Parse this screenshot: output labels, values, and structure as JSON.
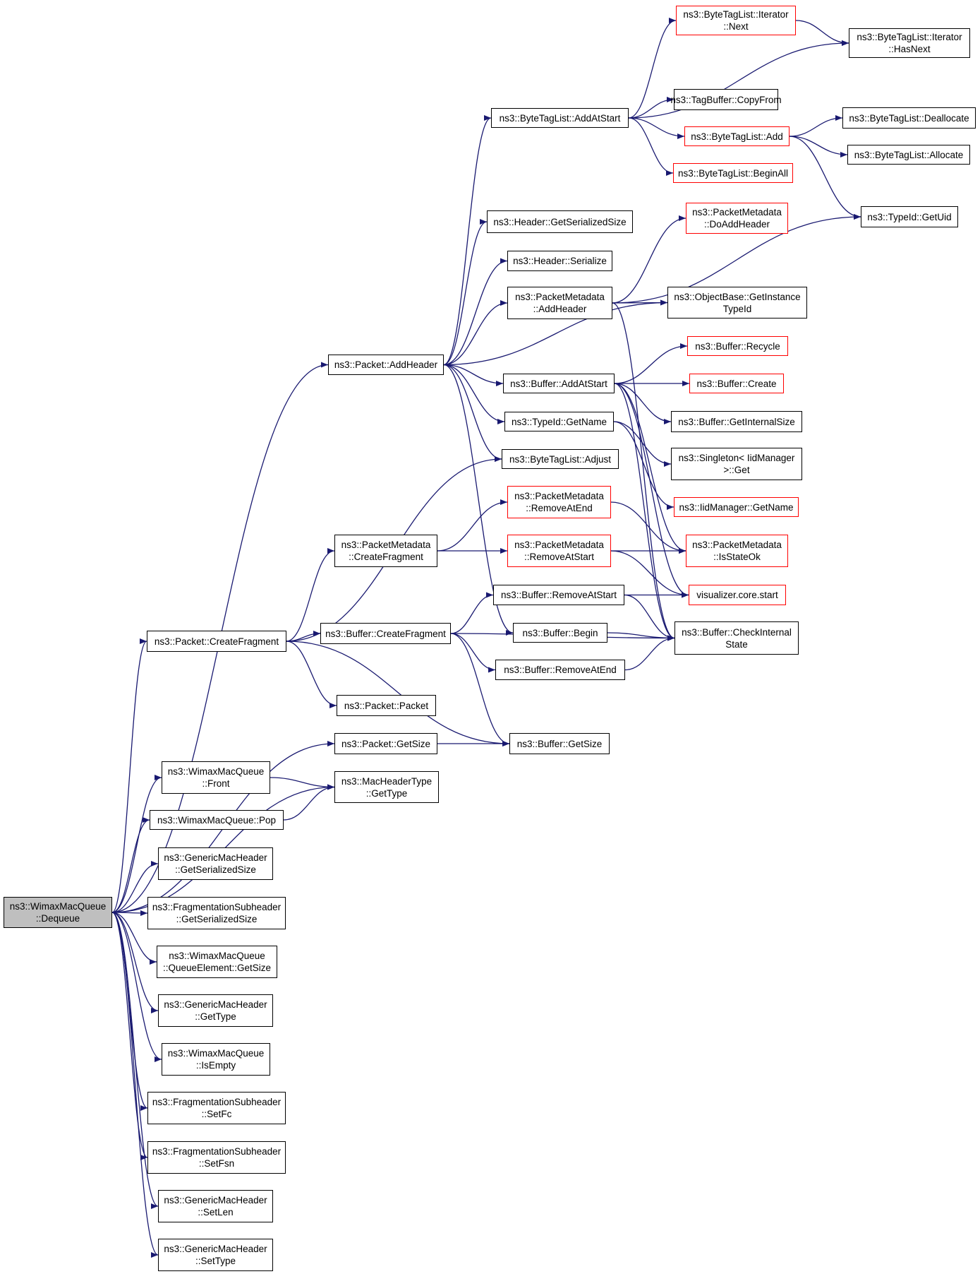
{
  "colors": {
    "edge": "#191970",
    "truncated_border": "#ff0000",
    "node_border": "#000000",
    "root_fill": "#bfbfbf"
  },
  "nodes": {
    "dequeue": {
      "lines": [
        "ns3::WimaxMacQueue",
        "::Dequeue"
      ],
      "style": "root"
    },
    "bti_next": {
      "lines": [
        "ns3::ByteTagList::Iterator",
        "::Next"
      ],
      "style": "truncated"
    },
    "bti_hasnext": {
      "lines": [
        "ns3::ByteTagList::Iterator",
        "::HasNext"
      ],
      "style": "normal"
    },
    "btl_addatstart": {
      "lines": [
        "ns3::ByteTagList::AddAtStart"
      ],
      "style": "normal"
    },
    "tagbuffer_copyfrom": {
      "lines": [
        "ns3::TagBuffer::CopyFrom"
      ],
      "style": "normal"
    },
    "btl_add": {
      "lines": [
        "ns3::ByteTagList::Add"
      ],
      "style": "truncated"
    },
    "btl_deallocate": {
      "lines": [
        "ns3::ByteTagList::Deallocate"
      ],
      "style": "normal"
    },
    "btl_allocate": {
      "lines": [
        "ns3::ByteTagList::Allocate"
      ],
      "style": "normal"
    },
    "btl_beginall": {
      "lines": [
        "ns3::ByteTagList::BeginAll"
      ],
      "style": "truncated"
    },
    "typeid_getuid": {
      "lines": [
        "ns3::TypeId::GetUid"
      ],
      "style": "normal"
    },
    "header_getsersize": {
      "lines": [
        "ns3::Header::GetSerializedSize"
      ],
      "style": "normal"
    },
    "pm_doaddheader": {
      "lines": [
        "ns3::PacketMetadata",
        "::DoAddHeader"
      ],
      "style": "truncated"
    },
    "header_serialize": {
      "lines": [
        "ns3::Header::Serialize"
      ],
      "style": "normal"
    },
    "pm_addheader": {
      "lines": [
        "ns3::PacketMetadata",
        "::AddHeader"
      ],
      "style": "normal"
    },
    "objbase_getinst": {
      "lines": [
        "ns3::ObjectBase::GetInstance",
        "TypeId"
      ],
      "style": "normal"
    },
    "buffer_recycle": {
      "lines": [
        "ns3::Buffer::Recycle"
      ],
      "style": "truncated"
    },
    "packet_addheader": {
      "lines": [
        "ns3::Packet::AddHeader"
      ],
      "style": "normal"
    },
    "buffer_addatstart": {
      "lines": [
        "ns3::Buffer::AddAtStart"
      ],
      "style": "normal"
    },
    "buffer_create": {
      "lines": [
        "ns3::Buffer::Create"
      ],
      "style": "truncated"
    },
    "buffer_getintsize": {
      "lines": [
        "ns3::Buffer::GetInternalSize"
      ],
      "style": "normal"
    },
    "typeid_getname": {
      "lines": [
        "ns3::TypeId::GetName"
      ],
      "style": "normal"
    },
    "singleton_get": {
      "lines": [
        "ns3::Singleton< IidManager",
        ">::Get"
      ],
      "style": "normal"
    },
    "btl_adjust": {
      "lines": [
        "ns3::ByteTagList::Adjust"
      ],
      "style": "normal"
    },
    "iid_getname": {
      "lines": [
        "ns3::IidManager::GetName"
      ],
      "style": "truncated"
    },
    "pm_removeatend": {
      "lines": [
        "ns3::PacketMetadata",
        "::RemoveAtEnd"
      ],
      "style": "truncated"
    },
    "pm_createfragment": {
      "lines": [
        "ns3::PacketMetadata",
        "::CreateFragment"
      ],
      "style": "normal"
    },
    "pm_removeatstart": {
      "lines": [
        "ns3::PacketMetadata",
        "::RemoveAtStart"
      ],
      "style": "truncated"
    },
    "pm_isstateok": {
      "lines": [
        "ns3::PacketMetadata",
        "::IsStateOk"
      ],
      "style": "truncated"
    },
    "buffer_removeatstart": {
      "lines": [
        "ns3::Buffer::RemoveAtStart"
      ],
      "style": "normal"
    },
    "visualizer_start": {
      "lines": [
        "visualizer.core.start"
      ],
      "style": "truncated"
    },
    "buffer_begin": {
      "lines": [
        "ns3::Buffer::Begin"
      ],
      "style": "normal"
    },
    "buffer_checkint": {
      "lines": [
        "ns3::Buffer::CheckInternal",
        "State"
      ],
      "style": "normal"
    },
    "packet_createfrag": {
      "lines": [
        "ns3::Packet::CreateFragment"
      ],
      "style": "normal"
    },
    "buffer_createfrag": {
      "lines": [
        "ns3::Buffer::CreateFragment"
      ],
      "style": "normal"
    },
    "buffer_removeatend": {
      "lines": [
        "ns3::Buffer::RemoveAtEnd"
      ],
      "style": "normal"
    },
    "packet_packet": {
      "lines": [
        "ns3::Packet::Packet"
      ],
      "style": "normal"
    },
    "packet_getsize": {
      "lines": [
        "ns3::Packet::GetSize"
      ],
      "style": "normal"
    },
    "buffer_getsize": {
      "lines": [
        "ns3::Buffer::GetSize"
      ],
      "style": "normal"
    },
    "wmq_front": {
      "lines": [
        "ns3::WimaxMacQueue",
        "::Front"
      ],
      "style": "normal"
    },
    "mht_gettype": {
      "lines": [
        "ns3::MacHeaderType",
        "::GetType"
      ],
      "style": "normal"
    },
    "wmq_pop": {
      "lines": [
        "ns3::WimaxMacQueue::Pop"
      ],
      "style": "normal"
    },
    "gmh_getsersize": {
      "lines": [
        "ns3::GenericMacHeader",
        "::GetSerializedSize"
      ],
      "style": "normal"
    },
    "fsh_getsersize": {
      "lines": [
        "ns3::FragmentationSubheader",
        "::GetSerializedSize"
      ],
      "style": "normal"
    },
    "wmq_qe_getsize": {
      "lines": [
        "ns3::WimaxMacQueue",
        "::QueueElement::GetSize"
      ],
      "style": "normal"
    },
    "gmh_gettype": {
      "lines": [
        "ns3::GenericMacHeader",
        "::GetType"
      ],
      "style": "normal"
    },
    "wmq_isempty": {
      "lines": [
        "ns3::WimaxMacQueue",
        "::IsEmpty"
      ],
      "style": "normal"
    },
    "fsh_setfc": {
      "lines": [
        "ns3::FragmentationSubheader",
        "::SetFc"
      ],
      "style": "normal"
    },
    "fsh_setfsn": {
      "lines": [
        "ns3::FragmentationSubheader",
        "::SetFsn"
      ],
      "style": "normal"
    },
    "gmh_setlen": {
      "lines": [
        "ns3::GenericMacHeader",
        "::SetLen"
      ],
      "style": "normal"
    },
    "gmh_settype": {
      "lines": [
        "ns3::GenericMacHeader",
        "::SetType"
      ],
      "style": "normal"
    }
  },
  "edges": [
    [
      "dequeue",
      "packet_addheader"
    ],
    [
      "dequeue",
      "packet_createfrag"
    ],
    [
      "dequeue",
      "packet_getsize"
    ],
    [
      "dequeue",
      "mht_gettype"
    ],
    [
      "dequeue",
      "wmq_front"
    ],
    [
      "dequeue",
      "wmq_pop"
    ],
    [
      "dequeue",
      "gmh_getsersize"
    ],
    [
      "dequeue",
      "fsh_getsersize"
    ],
    [
      "dequeue",
      "wmq_qe_getsize"
    ],
    [
      "dequeue",
      "gmh_gettype"
    ],
    [
      "dequeue",
      "wmq_isempty"
    ],
    [
      "dequeue",
      "fsh_setfc"
    ],
    [
      "dequeue",
      "fsh_setfsn"
    ],
    [
      "dequeue",
      "gmh_setlen"
    ],
    [
      "dequeue",
      "gmh_settype"
    ],
    [
      "packet_addheader",
      "btl_addatstart"
    ],
    [
      "packet_addheader",
      "header_getsersize"
    ],
    [
      "packet_addheader",
      "header_serialize"
    ],
    [
      "packet_addheader",
      "pm_addheader"
    ],
    [
      "packet_addheader",
      "objbase_getinst"
    ],
    [
      "packet_addheader",
      "buffer_addatstart"
    ],
    [
      "packet_addheader",
      "typeid_getname"
    ],
    [
      "packet_addheader",
      "btl_adjust"
    ],
    [
      "packet_addheader",
      "buffer_begin"
    ],
    [
      "btl_addatstart",
      "bti_next"
    ],
    [
      "btl_addatstart",
      "bti_hasnext"
    ],
    [
      "btl_addatstart",
      "tagbuffer_copyfrom"
    ],
    [
      "btl_addatstart",
      "btl_add"
    ],
    [
      "btl_addatstart",
      "btl_beginall"
    ],
    [
      "bti_next",
      "bti_hasnext"
    ],
    [
      "btl_add",
      "btl_deallocate"
    ],
    [
      "btl_add",
      "btl_allocate"
    ],
    [
      "btl_add",
      "typeid_getuid"
    ],
    [
      "pm_addheader",
      "pm_doaddheader"
    ],
    [
      "pm_addheader",
      "typeid_getuid"
    ],
    [
      "pm_addheader",
      "objbase_getinst"
    ],
    [
      "pm_addheader",
      "buffer_checkint"
    ],
    [
      "buffer_addatstart",
      "buffer_recycle"
    ],
    [
      "buffer_addatstart",
      "buffer_create"
    ],
    [
      "buffer_addatstart",
      "buffer_getintsize"
    ],
    [
      "buffer_addatstart",
      "buffer_checkint"
    ],
    [
      "buffer_addatstart",
      "pm_isstateok"
    ],
    [
      "buffer_addatstart",
      "visualizer_start"
    ],
    [
      "typeid_getname",
      "singleton_get"
    ],
    [
      "typeid_getname",
      "iid_getname"
    ],
    [
      "packet_createfrag",
      "btl_adjust"
    ],
    [
      "packet_createfrag",
      "pm_createfragment"
    ],
    [
      "packet_createfrag",
      "buffer_createfrag"
    ],
    [
      "packet_createfrag",
      "packet_packet"
    ],
    [
      "packet_createfrag",
      "buffer_getsize"
    ],
    [
      "pm_createfragment",
      "pm_removeatend"
    ],
    [
      "pm_createfragment",
      "pm_removeatstart"
    ],
    [
      "pm_removeatend",
      "pm_isstateok"
    ],
    [
      "pm_removeatstart",
      "pm_isstateok"
    ],
    [
      "pm_removeatstart",
      "visualizer_start"
    ],
    [
      "buffer_createfrag",
      "buffer_removeatstart"
    ],
    [
      "buffer_createfrag",
      "buffer_removeatend"
    ],
    [
      "buffer_createfrag",
      "buffer_checkint"
    ],
    [
      "buffer_createfrag",
      "buffer_getsize"
    ],
    [
      "buffer_removeatstart",
      "visualizer_start"
    ],
    [
      "buffer_removeatstart",
      "buffer_checkint"
    ],
    [
      "buffer_begin",
      "buffer_checkint"
    ],
    [
      "buffer_removeatend",
      "buffer_checkint"
    ],
    [
      "packet_getsize",
      "buffer_getsize"
    ],
    [
      "wmq_front",
      "mht_gettype"
    ],
    [
      "wmq_pop",
      "mht_gettype"
    ]
  ]
}
